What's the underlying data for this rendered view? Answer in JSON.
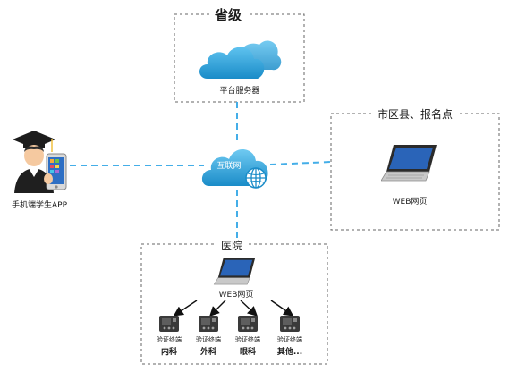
{
  "colors": {
    "link": "#44aee8",
    "box_border": "#666666",
    "cloud_top": "#5ec2ef",
    "cloud_bottom": "#1a8cc8",
    "laptop_screen": "#2a64b8",
    "terminal_body": "#3a3a3a"
  },
  "province": {
    "label": "省级",
    "server_label": "平台服务器"
  },
  "internet": {
    "label": "互联网",
    "icon": "globe-icon"
  },
  "mobile": {
    "label": "手机端学生APP",
    "icon": "student-with-phone-icon"
  },
  "city": {
    "label": "市区县、报名点",
    "web_label": "WEB网页",
    "icon": "laptop-icon"
  },
  "hospital": {
    "label": "医院",
    "web_label": "WEB网页",
    "terminals": [
      {
        "label": "验证终端",
        "dept": "内科"
      },
      {
        "label": "验证终端",
        "dept": "外科"
      },
      {
        "label": "验证终端",
        "dept": "眼科"
      },
      {
        "label": "验证终端",
        "dept": "其他..."
      }
    ]
  }
}
